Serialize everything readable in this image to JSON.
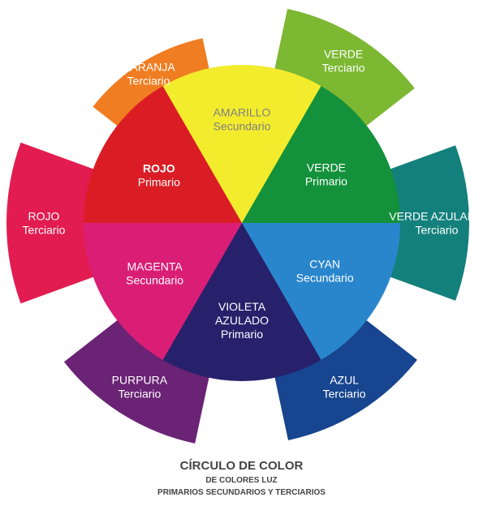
{
  "diagram": {
    "inner_segments": [
      {
        "name": "AMARILLO",
        "type": "Secundario",
        "color": "#f3ec2d",
        "text_color": "#808080",
        "bold": false
      },
      {
        "name": "VERDE",
        "type": "Primario",
        "color": "#13913b",
        "text_color": "#ffffff",
        "bold": false
      },
      {
        "name": "CYAN",
        "type": "Secundario",
        "color": "#2a86cc",
        "text_color": "#ffffff",
        "bold": false
      },
      {
        "name": "VIOLETA AZULADO",
        "type": "Primario",
        "color": "#27216b",
        "text_color": "#ffffff",
        "bold": false
      },
      {
        "name": "MAGENTA",
        "type": "Secundario",
        "color": "#da1e76",
        "text_color": "#ffffff",
        "bold": false
      },
      {
        "name": "ROJO",
        "type": "Primario",
        "color": "#da1d25",
        "text_color": "#ffffff",
        "bold": true
      }
    ],
    "outer_segments": [
      {
        "name": "NARANJA",
        "type": "Terciario",
        "color": "#f07d21"
      },
      {
        "name": "VERDE",
        "type": "Terciario",
        "color": "#7cb832"
      },
      {
        "name": "VERDE AZULADO",
        "type": "Terciario",
        "color": "#13807b"
      },
      {
        "name": "AZUL",
        "type": "Terciario",
        "color": "#17458f"
      },
      {
        "name": "PURPURA",
        "type": "Terciario",
        "color": "#6a2375"
      },
      {
        "name": "ROJO",
        "type": "Terciario",
        "color": "#e21c50"
      }
    ]
  },
  "caption": {
    "title": "CÍRCULO DE COLOR",
    "line1": "DE COLORES LUZ",
    "line2": "PRIMARIOS SECUNDARIOS Y TERCIARIOS"
  }
}
